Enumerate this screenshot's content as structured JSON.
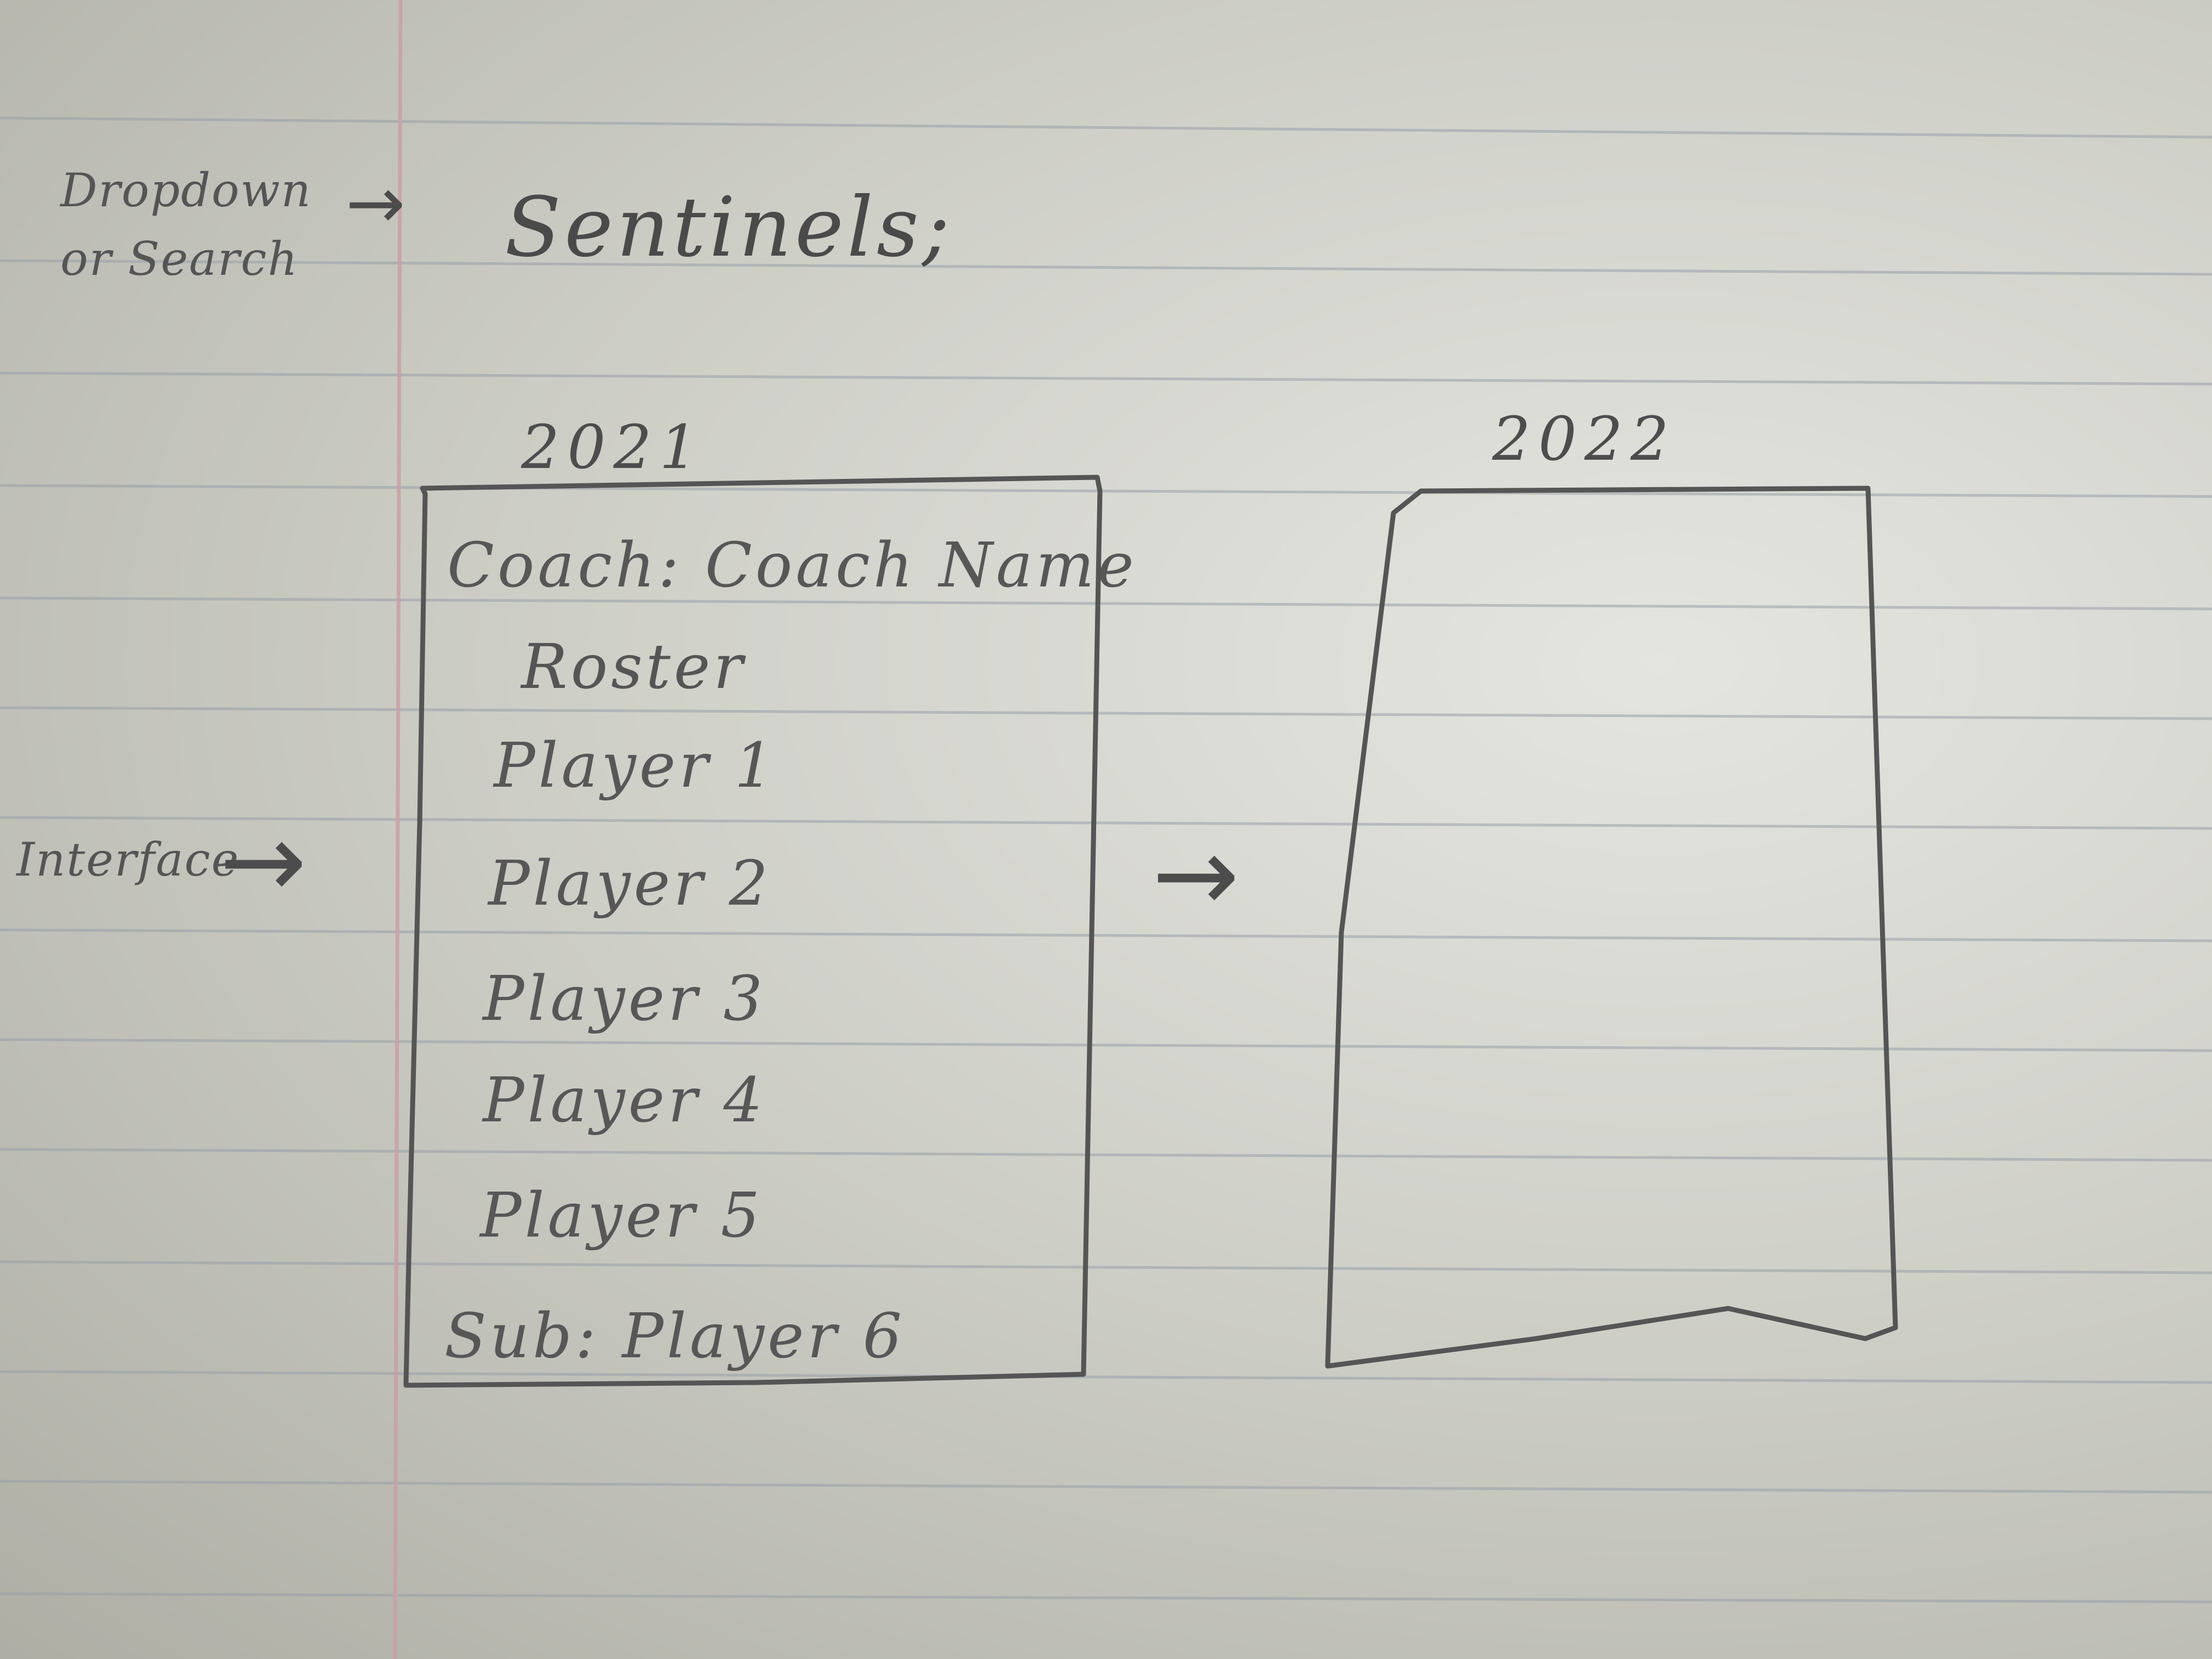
{
  "margin_notes": {
    "dropdown_line1": "Dropdown",
    "dropdown_line2": "or Search",
    "interface": "Interface"
  },
  "team": {
    "name": "Sentinels;"
  },
  "panels": [
    {
      "year": "2021",
      "coach": "Coach: Coach Name",
      "roster_heading": "Roster",
      "players": [
        "Player 1",
        "Player 2",
        "Player 3",
        "Player 4",
        "Player 5"
      ],
      "sub": "Sub: Player 6"
    },
    {
      "year": "2022"
    }
  ],
  "arrows": {
    "dropdown_to_team": "→",
    "interface_to_panel": "→",
    "panel_to_panel": "→"
  }
}
